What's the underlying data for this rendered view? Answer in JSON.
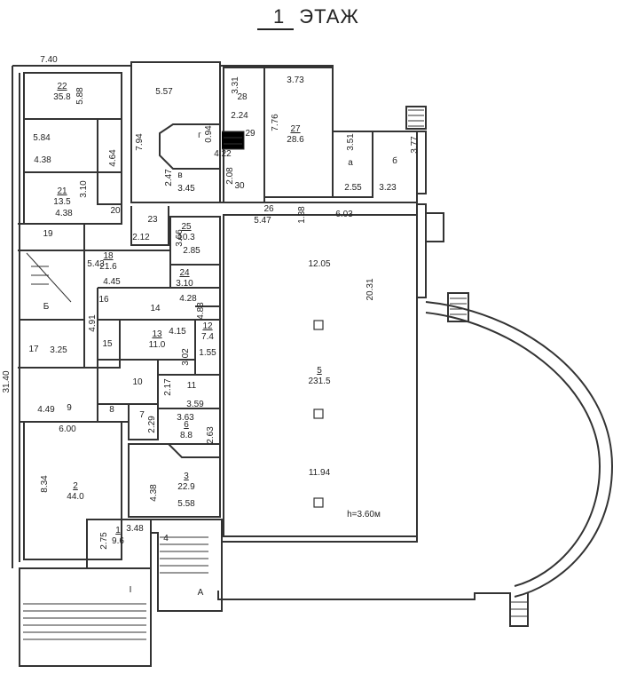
{
  "title": {
    "number": "1",
    "text": "ЭТАЖ"
  },
  "outer": {
    "top_width": "7.40",
    "left_height": "31.40"
  },
  "rooms": [
    {
      "id": "22",
      "area": "35.8"
    },
    {
      "id": "21",
      "area": "13.5"
    },
    {
      "id": "27",
      "area": "28.6"
    },
    {
      "id": "28",
      "area": ""
    },
    {
      "id": "29",
      "area": ""
    },
    {
      "id": "30",
      "area": ""
    },
    {
      "id": "26",
      "area": ""
    },
    {
      "id": "25",
      "area": "10.3"
    },
    {
      "id": "24",
      "area": "3.10"
    },
    {
      "id": "23",
      "area": ""
    },
    {
      "id": "20",
      "area": ""
    },
    {
      "id": "19",
      "area": ""
    },
    {
      "id": "18",
      "area": "21.6"
    },
    {
      "id": "17",
      "area": ""
    },
    {
      "id": "16",
      "area": ""
    },
    {
      "id": "15",
      "area": ""
    },
    {
      "id": "14",
      "area": ""
    },
    {
      "id": "13",
      "area": "11.0"
    },
    {
      "id": "12",
      "area": "7.4"
    },
    {
      "id": "11",
      "area": ""
    },
    {
      "id": "10",
      "area": ""
    },
    {
      "id": "9",
      "area": ""
    },
    {
      "id": "8",
      "area": ""
    },
    {
      "id": "7",
      "area": ""
    },
    {
      "id": "6",
      "area": "8.8"
    },
    {
      "id": "5",
      "area": "231.5"
    },
    {
      "id": "4",
      "area": ""
    },
    {
      "id": "3",
      "area": "22.9"
    },
    {
      "id": "2",
      "area": "44.0"
    },
    {
      "id": "1",
      "area": "9.6"
    }
  ],
  "letters": {
    "a": "а",
    "b": "б",
    "v": "в",
    "g": "г",
    "B": "Б",
    "A": "А",
    "I": "I"
  },
  "dims": {
    "d588": "5.88",
    "d584": "5.84",
    "d438a": "4.38",
    "d464": "4.64",
    "d310a": "3.10",
    "d438b": "4.38",
    "d557": "5.57",
    "d794": "7.94",
    "d247": "2.47",
    "d345": "3.45",
    "d331": "3.31",
    "d224": "2.24",
    "d373": "3.73",
    "d776": "7.76",
    "d094": "0.94",
    "d422": "4.22",
    "d208": "2.08",
    "d351": "3.51",
    "d377": "3.77",
    "d255": "2.55",
    "d323": "3.23",
    "d138": "1.38",
    "d603": "6.03",
    "d547": "5.47",
    "d212": "2.12",
    "d366": "3.66",
    "d285": "2.85",
    "d543": "5.43",
    "d445": "4.45",
    "d1205": "12.05",
    "d2031": "20.31",
    "h": "h=3.60м",
    "d1194": "11.94",
    "d428": "4.28",
    "d491": "4.91",
    "d483": "4.83",
    "d415": "4.15",
    "d325": "3.25",
    "d302": "3.02",
    "d155": "1.55",
    "d449": "4.49",
    "d217": "2.17",
    "d359": "3.59",
    "d229": "2.29",
    "d363": "3.63",
    "d263": "2.63",
    "d600": "6.00",
    "d834": "8.34",
    "d438c": "4.38",
    "d558": "5.58",
    "d275": "2.75",
    "d348": "3.48"
  }
}
